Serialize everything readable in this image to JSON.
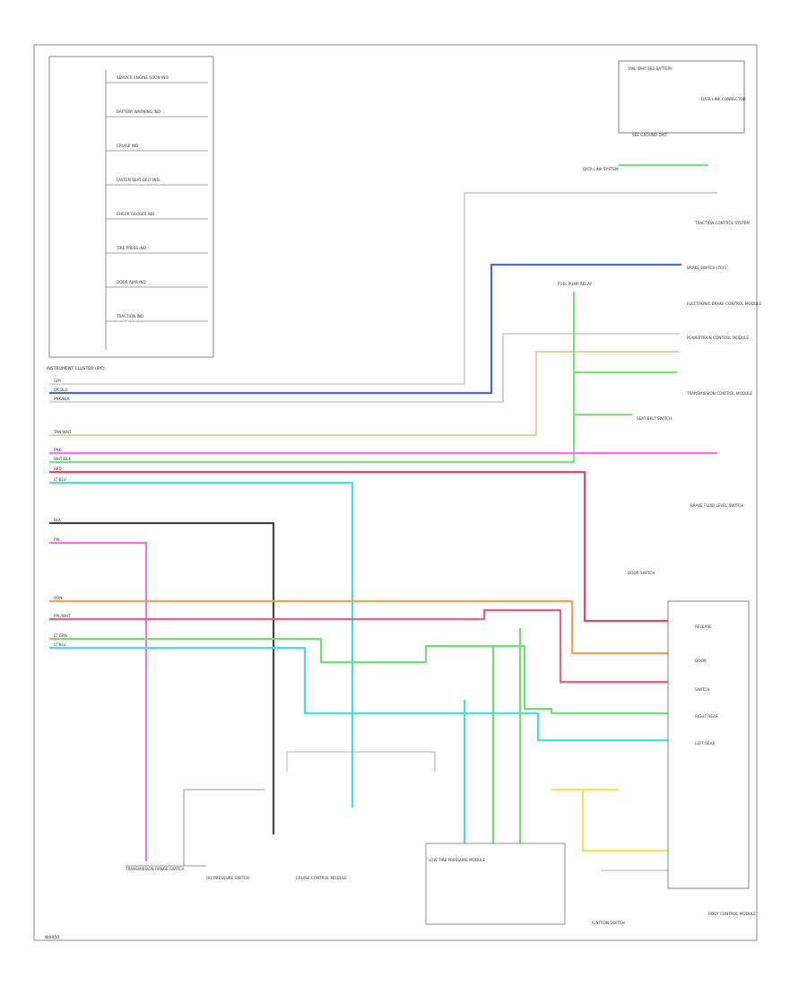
{
  "footer_code": "W0050",
  "cluster": {
    "title": "INSTRUMENT CLUSTER (IPC)",
    "indicators": [
      "SERVICE ENGINE SOON IND",
      "BATTERY WARNING IND",
      "CRUISE IND",
      "FASTEN SEAT BELT IND",
      "CHECK GAUGES IND",
      "TIRE PRESS IND",
      "DOOR AJAR IND",
      "TRACTION IND"
    ],
    "pin_labels": [
      "GRY",
      "DK BLU",
      "PNK/BLK",
      "TAN/WHT",
      "PNK",
      "WHT/BLK",
      "RED",
      "LT BLU",
      "BLK",
      "PPL",
      "ORN",
      "PPL/WHT",
      "LT GRN",
      "LT BLU"
    ]
  },
  "labels": {
    "right_top_1": "TAN/ WHT SEE BATTERY",
    "right_top_2": "DATA LINK CONNECTOR",
    "right_top_3": "SEE GROUND DIST",
    "dlc": "DATA LINK SYSTEM",
    "traction": "TRACTION CONTROL SYSTEM",
    "fuel_pump_relay": "FUEL PUMP RELAY",
    "brake_switch": "BRAKE SWITCH (TCC)",
    "elec_brake": "ELECTRONIC BRAKE CONTROL MODULE",
    "pcm": "POWERTRAIN CONTROL MODULE",
    "transmission": "TRANSMISSION CONTROL MODULE",
    "seat_belt": "SEAT BELT SWITCH",
    "brake_fluid": "BRAKE FLUID LEVEL SWITCH",
    "body_control": "BODY CONTROL MODULE",
    "door_switch": "DOOR SWITCH",
    "low_tire": "LOW TIRE PRESSURE MODULE",
    "cruise": "CRUISE CONTROL MODULE",
    "oil_pressure": "OIL PRESSURE SWITCH",
    "trans_range": "TRANSMISSION RANGE SWITCH",
    "ignition": "IGNITION SWITCH",
    "bcm_inputs": [
      "RELEASE",
      "DOOR",
      "SWITCH",
      "RIGHT REAR",
      "LEFT REAR"
    ]
  }
}
